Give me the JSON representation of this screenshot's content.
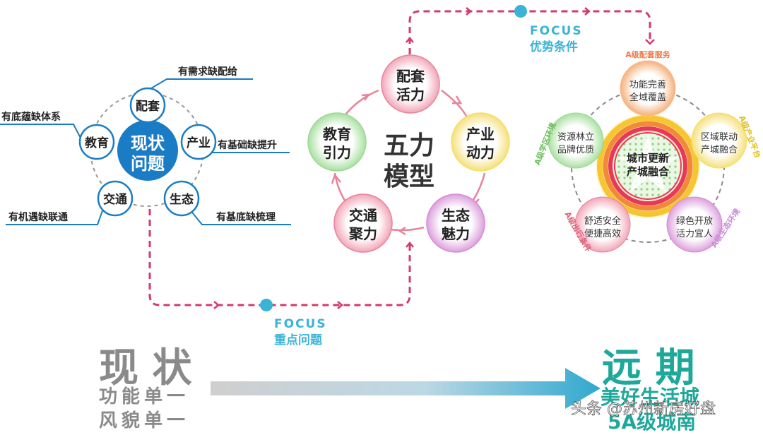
{
  "status_map": {
    "center": [
      "现状",
      "问题"
    ],
    "nodes": [
      "配套",
      "产业",
      "生态",
      "交通",
      "教育"
    ],
    "issues": [
      "有需求缺配给",
      "有底蕴缺体系",
      "有基础缺提升",
      "有机遇缺联通",
      "有基底缺梳理"
    ]
  },
  "five_forces": {
    "center": [
      "五力",
      "模型"
    ],
    "nodes": [
      {
        "lines": [
          "配套",
          "活力"
        ],
        "color": "#e8849a"
      },
      {
        "lines": [
          "产业",
          "动力"
        ],
        "color": "#f3e06a"
      },
      {
        "lines": [
          "生态",
          "魅力"
        ],
        "color": "#d98ad6"
      },
      {
        "lines": [
          "交通",
          "聚力"
        ],
        "color": "#e8849a"
      },
      {
        "lines": [
          "教育",
          "引力"
        ],
        "color": "#9fd89a"
      }
    ]
  },
  "city_model": {
    "center": [
      "城市更新",
      "产城融合"
    ],
    "nodes": [
      {
        "lines": [
          "功能完善",
          "全域覆盖"
        ],
        "arc": "A级配套服务",
        "color": "#f07a4a"
      },
      {
        "lines": [
          "区域联动",
          "产城融合"
        ],
        "arc": "A级产业平台",
        "color": "#f3d65a"
      },
      {
        "lines": [
          "绿色开放",
          "活力宜人"
        ],
        "arc": "A级生态环境",
        "color": "#c98ad6"
      },
      {
        "lines": [
          "舒适安全",
          "便捷高效"
        ],
        "arc": "A级出行条件",
        "color": "#e0607a"
      },
      {
        "lines": [
          "资源林立",
          "品牌优质"
        ],
        "arc": "A级学区环境",
        "color": "#8fd07a"
      }
    ]
  },
  "focus": [
    {
      "label": "FOCUS",
      "sub": "优势条件"
    },
    {
      "label": "FOCUS",
      "sub": "重点问题"
    }
  ],
  "bottom": {
    "current_title": "现 状",
    "current_lines": [
      "功能单一",
      "风貌单一"
    ],
    "future_title": "远 期",
    "future_lines": [
      "美好生活城",
      "5A级城南"
    ]
  },
  "watermark": "头条 @苏州新房好盘",
  "colors": {
    "blue": "#1a7cc4",
    "teal": "#1ea89a",
    "dash": "#d33a6e",
    "focus_dot": "#3bb3d6",
    "gray_text": "#8a8a8a"
  }
}
